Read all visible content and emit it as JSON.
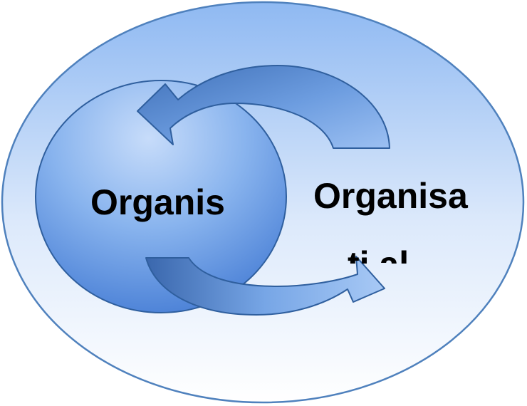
{
  "diagram": {
    "left_label": "Organis",
    "right_label": "Organisa",
    "right_label_cut": "ti   al",
    "colors": {
      "outer_fill_top": "#9dc3f5",
      "outer_fill_bottom": "#ffffff",
      "outer_stroke": "#4f81bd",
      "circle_fill_light": "#b9d3f8",
      "circle_fill_dark": "#3f77d2",
      "arrow_fill_light": "#a9c8f3",
      "arrow_fill_dark": "#3d6fb8",
      "stroke": "#2f5f9e"
    },
    "icons": {
      "top_arrow": "curved-arrow-left-icon",
      "bottom_arrow": "curved-arrow-right-icon"
    }
  }
}
